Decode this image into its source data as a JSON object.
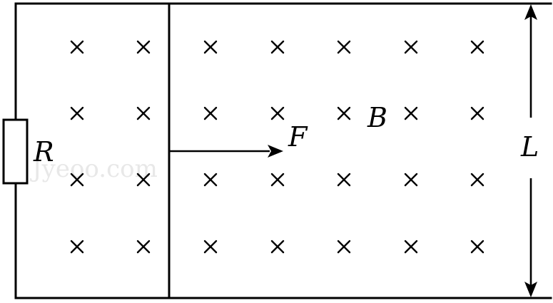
{
  "labels": {
    "resistor": "R",
    "force": "F",
    "field": "B",
    "length": "L"
  },
  "watermark": "Jyeoo.com",
  "field": {
    "symbol": "cross",
    "direction": "into page",
    "rows": 4,
    "columns": 7
  }
}
